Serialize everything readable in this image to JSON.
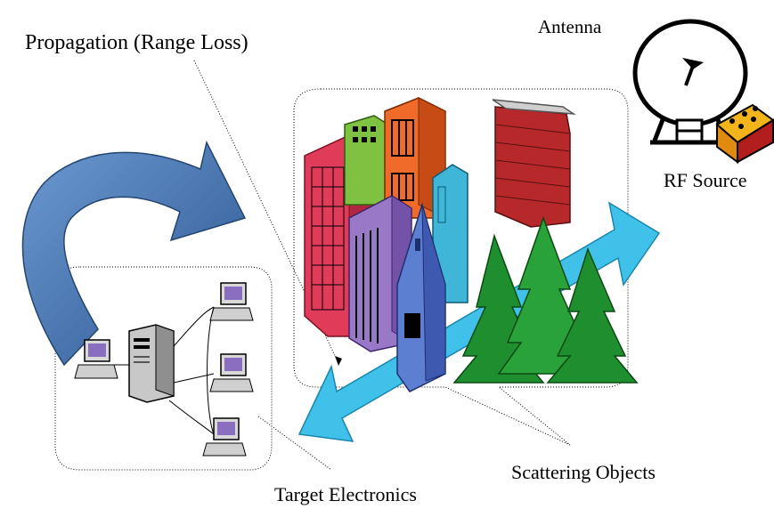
{
  "labels": {
    "propagation": "Propagation (Range Loss)",
    "antenna": "Antenna",
    "rf_source": "RF Source",
    "scattering_objects": "Scattering Objects",
    "target_electronics": "Target Electronics"
  },
  "colors": {
    "blue_arrow_dark": "#2f5c94",
    "blue_arrow_light": "#5a8cc8",
    "cyan_arrow": "#3fc1ea",
    "building_red": "#e03c5a",
    "building_green": "#7fc241",
    "building_orange": "#f06b2a",
    "building_purple": "#9a78c8",
    "building_cyan": "#3fb6d8",
    "steeple_blue": "#5d7fd1",
    "brick_red": "#b7282a",
    "tree_green": "#1f8e2e"
  }
}
